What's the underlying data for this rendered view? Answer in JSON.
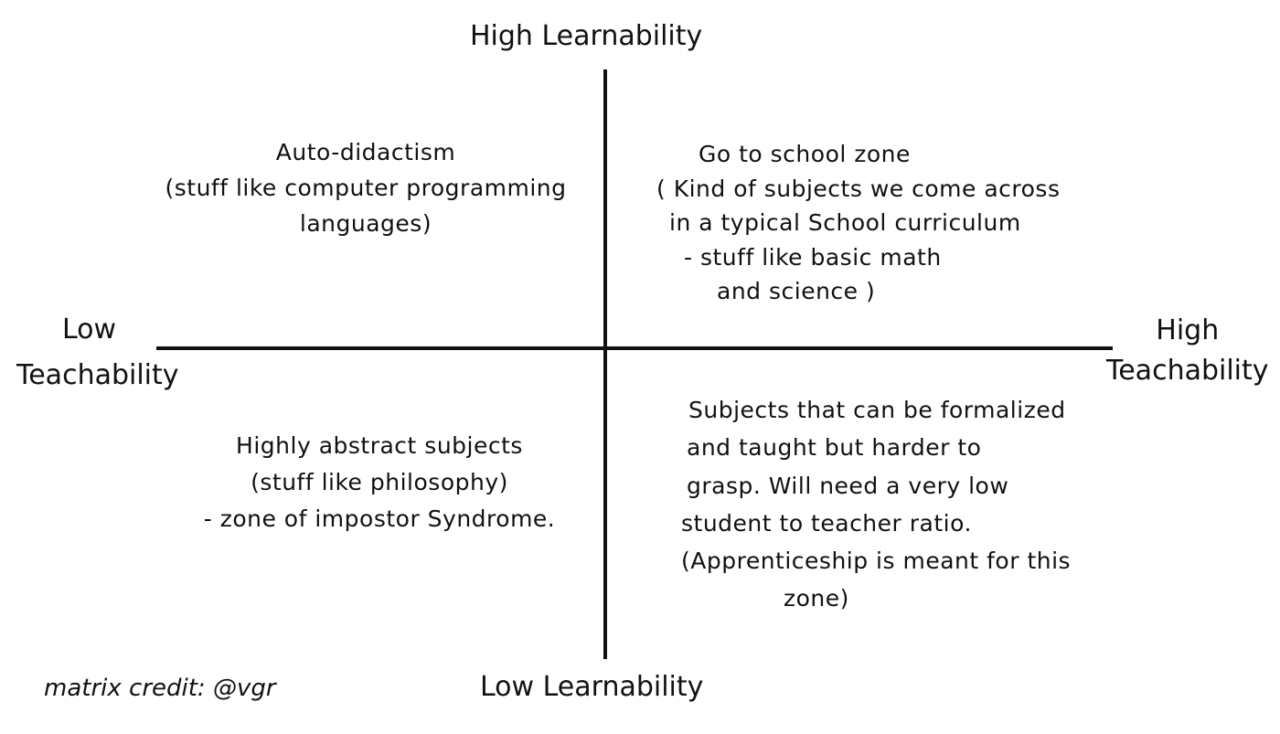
{
  "axes": {
    "top": "High Learnability",
    "bottom": "Low Learnability",
    "left": [
      "Low",
      "Teachability"
    ],
    "right": [
      "High",
      "Teachability"
    ]
  },
  "quadrants": {
    "top_left": {
      "lines": [
        "Auto-didactism",
        "(stuff like computer programming",
        "languages)"
      ]
    },
    "top_right": {
      "lines": [
        "Go to school zone",
        "( Kind of subjects we come across",
        "in a typical School curriculum",
        "- stuff like basic math",
        "and science )"
      ]
    },
    "bottom_left": {
      "lines": [
        "Highly abstract subjects",
        "(stuff like philosophy)",
        "- zone of impostor Syndrome."
      ]
    },
    "bottom_right": {
      "lines": [
        "Subjects that can be formalized",
        "and taught but harder to",
        "grasp. Will need a very low",
        "student to teacher ratio.",
        "(Apprenticeship is meant for this",
        "zone)"
      ]
    }
  },
  "credit": "matrix credit: @vgr",
  "colors": {
    "ink": "#111111",
    "background": "#ffffff"
  }
}
